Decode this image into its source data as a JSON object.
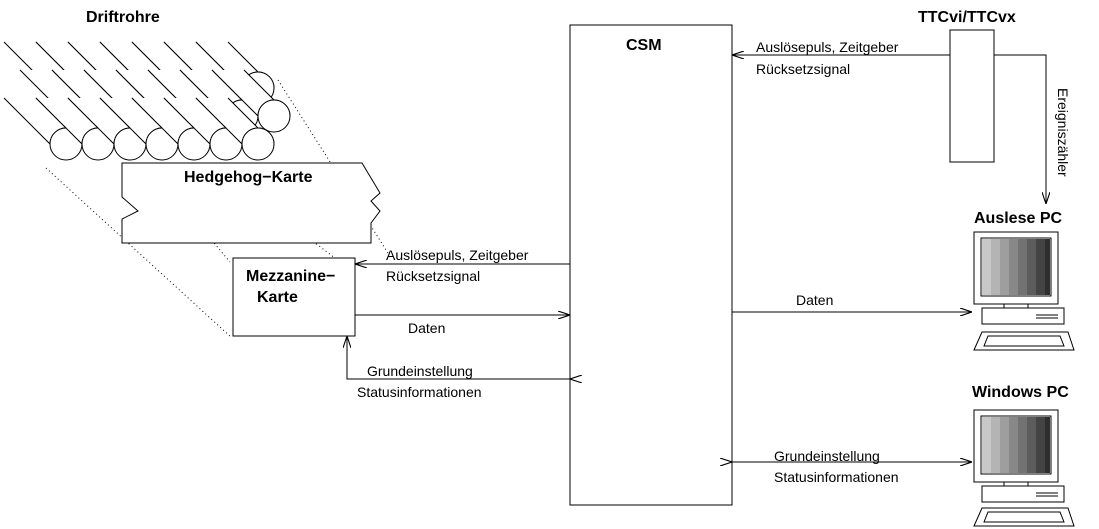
{
  "labels": {
    "driftrohre": "Driftrohre",
    "hedgehog": "Hedgehog−Karte",
    "mezzanine_line1": "Mezzanine−",
    "mezzanine_line2": "Karte",
    "csm": "CSM",
    "ttc": "TTCvi/TTCvx",
    "auslese_pc": "Auslese PC",
    "windows_pc": "Windows PC",
    "ereigniszaehler": "Ereigniszähler",
    "ttc_to_csm_line1": "Auslösepuls, Zeitgeber",
    "ttc_to_csm_line2": "Rücksetzsignal",
    "csm_to_mezz_line1": "Auslösepuls, Zeitgeber",
    "csm_to_mezz_line2": "Rücksetzsignal",
    "mezz_daten": "Daten",
    "mezz_config_line1": "Grundeinstellung",
    "mezz_config_line2": "Statusinformationen",
    "pc_daten": "Daten",
    "win_config_line1": "Grundeinstellung",
    "win_config_line2": "Statusinformationen"
  }
}
